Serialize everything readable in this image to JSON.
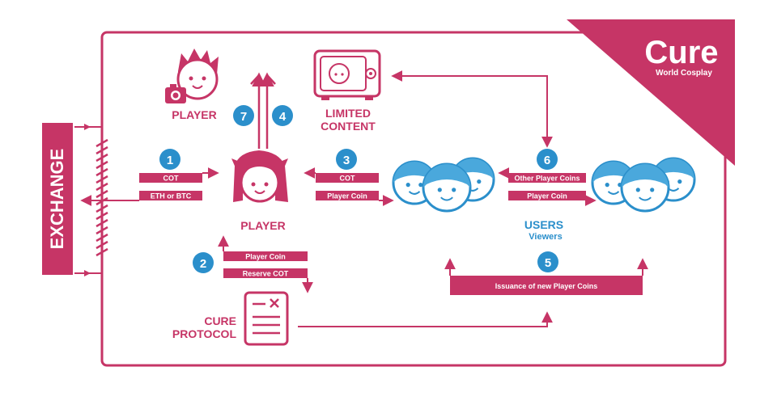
{
  "brand": {
    "name": "Cure",
    "tagline": "World Cosplay"
  },
  "exchange": {
    "label": "EXCHANGE"
  },
  "player_top": {
    "label": "PLAYER"
  },
  "player_center": {
    "label": "PLAYER"
  },
  "limited_content": {
    "line1": "LIMITED",
    "line2": "CONTENT"
  },
  "users": {
    "label": "USERS",
    "sublabel": "Viewers"
  },
  "cure_protocol": {
    "line1": "CURE",
    "line2": "PROTOCOL"
  },
  "steps": {
    "s1": {
      "number": "1",
      "labels": [
        "COT",
        "ETH or BTC"
      ]
    },
    "s2": {
      "number": "2",
      "labels": [
        "Player Coin",
        "Reserve COT"
      ]
    },
    "s3": {
      "number": "3",
      "labels": [
        "COT",
        "Player Coin"
      ]
    },
    "s4": {
      "number": "4"
    },
    "s5": {
      "number": "5",
      "labels": [
        "Issuance of new Player Coins"
      ]
    },
    "s6": {
      "number": "6",
      "labels": [
        "Other Player Coins",
        "Player Coin"
      ]
    },
    "s7": {
      "number": "7"
    }
  },
  "colors": {
    "primary": "#c63566",
    "blue": "#2b8fcb",
    "light_blue": "#4aa8dc"
  }
}
